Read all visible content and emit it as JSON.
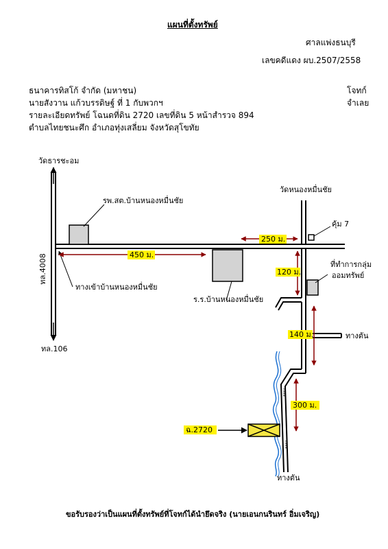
{
  "header": {
    "title": "แผนที่ตั้งทรัพย์",
    "court": "ศาลแพ่งธนบุรี",
    "case_no": "เลขคดีแดง ผบ.2507/2558"
  },
  "parties": {
    "plaintiff_name": "ธนาคารทิสโก้ จำกัด (มหาชน)",
    "plaintiff_role": "โจทก์",
    "defendant_name": "นายสังวาน แก้วบรรดิษฐ์ ที่ 1 กับพวกฯ",
    "defendant_role": "จำเลย",
    "property_detail": "รายละเอียดทรัพย์ โฉนดที่ดิน 2720 เลขที่ดิน 5 หน้าสำรวจ 894",
    "location": "ตำบลไทยชนะศึก อำเภอทุ่งเสลี่ยม จังหวัดสุโขทัย"
  },
  "map": {
    "labels": {
      "top_left": "วัดธารชะอม",
      "health_center": "รพ.สต.บ้านหนองหมื่นชัย",
      "temple_right": "วัดหนองหมื่นชัย",
      "khum7": "คุ้ม 7",
      "road_4008": "ทล.4008",
      "road_106": "ทล.106",
      "village_entrance": "ทางเข้าบ้านหนองหมื่นชัย",
      "school": "ร.ร.บ้านหนองหมื่นชัย",
      "group_office_1": "ที่ทำการกลุ่ม",
      "group_office_2": "ออมทรัพย์",
      "dead_end_1": "ทางตัน",
      "dead_end_2": "ทางตัน",
      "canal_1": "คลอง",
      "canal_2": "คลอง"
    },
    "distances": {
      "d450": "450 ม.",
      "d250": "250 ม.",
      "d120": "120 ม.",
      "d140": "140 ม.",
      "d300": "300 ม."
    },
    "plot_label": "ฉ.2720",
    "colors": {
      "highlight": "#fff200",
      "arrow": "#8b0000",
      "building": "#d3d3d3",
      "water": "#1a6fd1",
      "plot_fill": "#f5e642"
    }
  },
  "footer": {
    "certification": "ขอรับรองว่าเป็นแผนที่ตั้งทรัพย์ที่โจทก์ได้นำยึดจริง (นายเอนกนรินทร์ อิ่มเจริญ)"
  }
}
